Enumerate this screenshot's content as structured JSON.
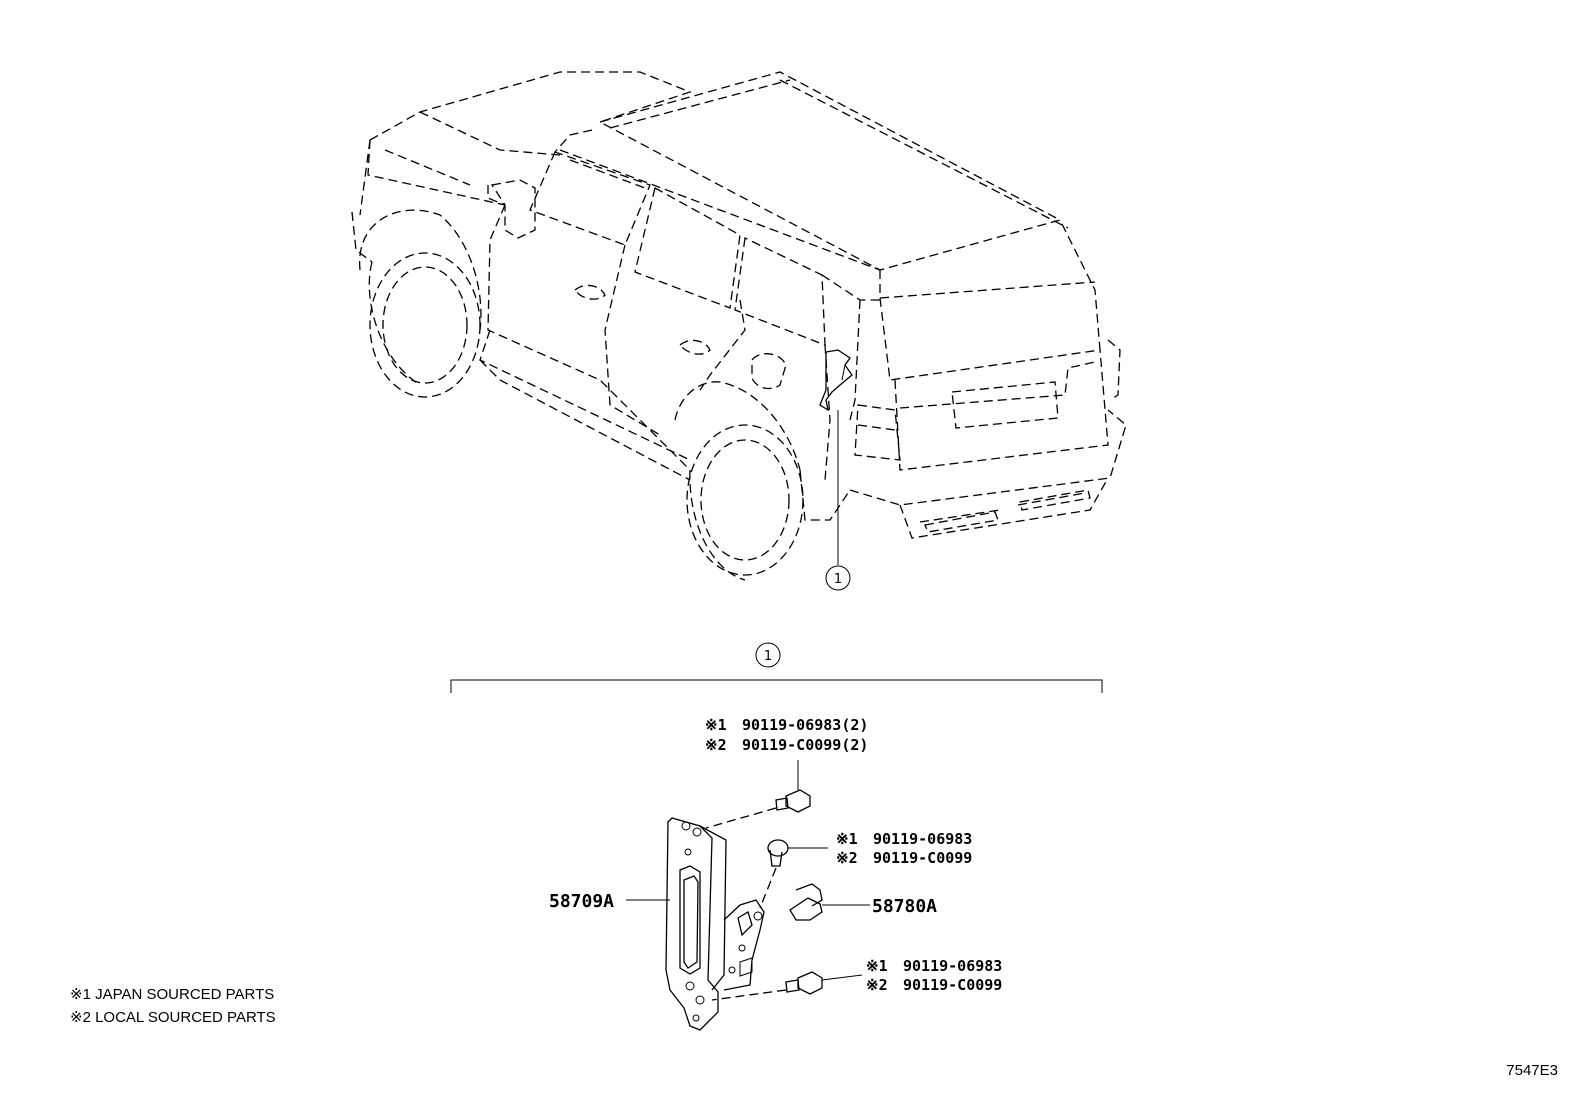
{
  "diagram": {
    "top_callout": "1",
    "group_label": "1",
    "bolt_top": {
      "line1_mark": "※1",
      "line1_part": "90119-06983(2)",
      "line2_mark": "※2",
      "line2_part": "90119-C0099(2)"
    },
    "bolt_mid": {
      "line1_mark": "※1",
      "line1_part": "90119-06983",
      "line2_mark": "※2",
      "line2_part": "90119-C0099"
    },
    "bolt_bottom": {
      "line1_mark": "※1",
      "line1_part": "90119-06983",
      "line2_mark": "※2",
      "line2_part": "90119-C0099"
    },
    "bracket_part": "58709A",
    "clip_part": "58780A",
    "notes": [
      "※1 JAPAN SOURCED PARTS",
      "※2 LOCAL SOURCED PARTS"
    ],
    "drawing_code": "7547E3"
  }
}
